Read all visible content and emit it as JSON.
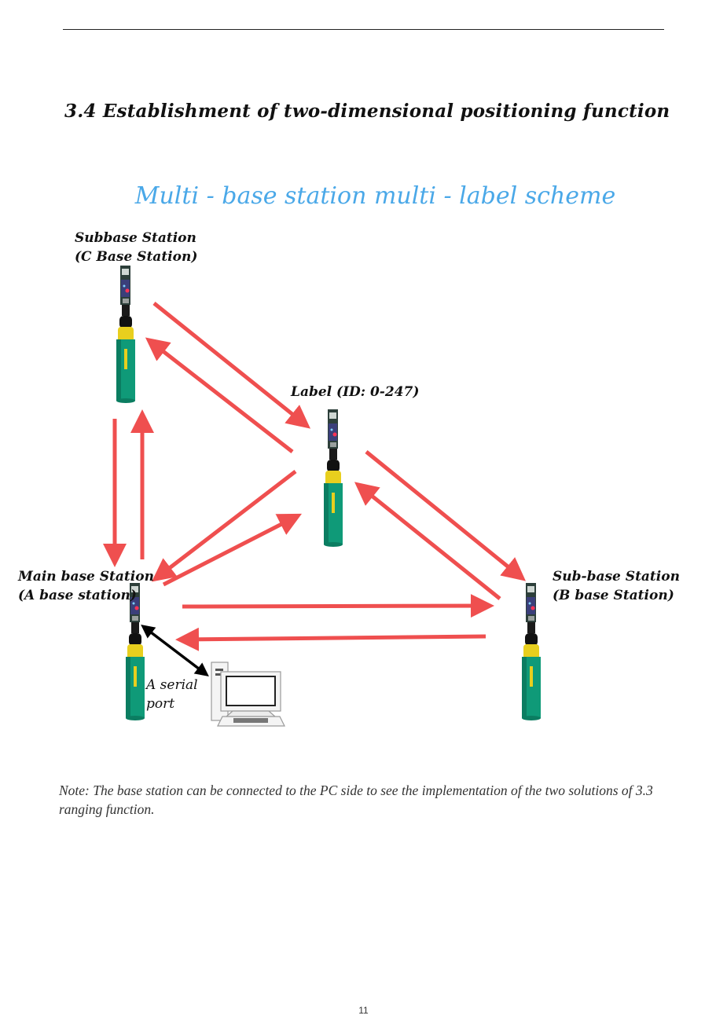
{
  "section": {
    "title": "3.4 Establishment of two-dimensional positioning function"
  },
  "diagram": {
    "title": "Multi - base station multi - label scheme",
    "colors": {
      "arrow": "#ef4f4f",
      "title": "#4aa8e8",
      "module_body": "#0f9a78",
      "module_band": "#e8cf1e",
      "serial_arrow": "#000000"
    },
    "nodes": {
      "c_station": {
        "line1": "Subbase Station",
        "line2": "(C Base Station)"
      },
      "label": {
        "line1": "Label (ID: 0-247)"
      },
      "a_station": {
        "line1": "Main base Station",
        "line2": "(A base station)"
      },
      "b_station": {
        "line1": "Sub-base Station",
        "line2": "(B base Station)"
      }
    },
    "serial_port": {
      "line1": "A serial",
      "line2": "port"
    },
    "pc_icon": "desktop-computer-icon",
    "module_icon": "uwb-module-icon"
  },
  "note": "Note: The base station can be connected to the PC side to see the implementation of the two solutions of 3.3 ranging function.",
  "page_number": "11"
}
